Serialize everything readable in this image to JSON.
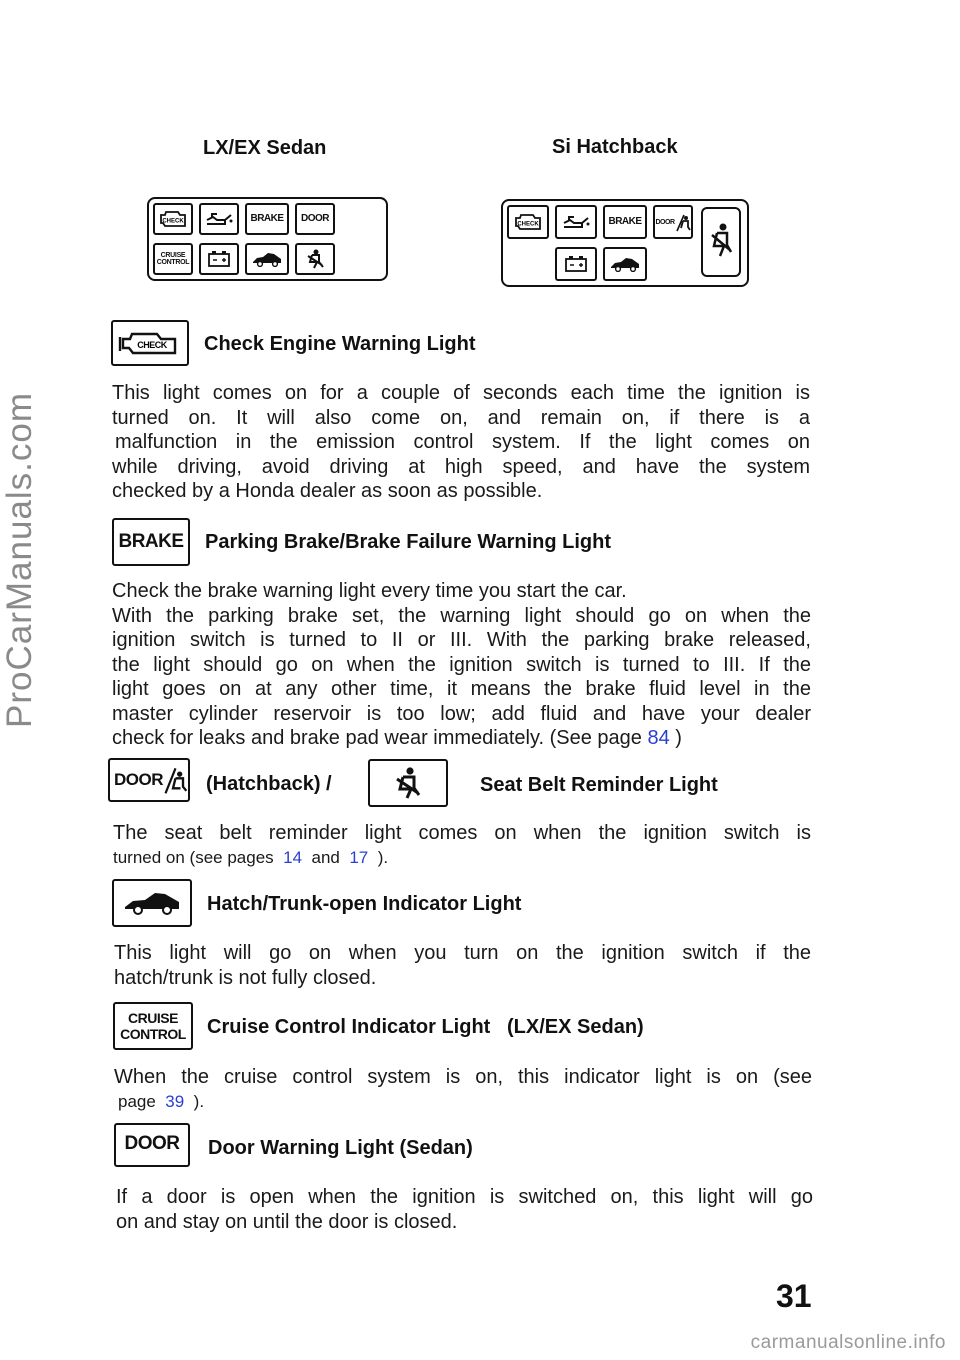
{
  "watermark": "ProCarManuals.com",
  "footer_watermark": "carmanualsonline.info",
  "page_number": "31",
  "panels": {
    "sedan": {
      "title": "LX/EX Sedan",
      "labels": {
        "brake": "BRAKE",
        "door": "DOOR",
        "cruise_1": "CRUISE",
        "cruise_2": "CONTROL",
        "check": "CHECK"
      }
    },
    "hatch": {
      "title": "Si Hatchback",
      "labels": {
        "brake": "BRAKE",
        "door": "DOOR",
        "check": "CHECK"
      }
    }
  },
  "sections": {
    "check_engine": {
      "icon_label": "CHECK",
      "heading": "Check Engine Warning Light",
      "lines": [
        "This light comes on for a couple of seconds each time the ignition is",
        "turned on. It will also come on, and remain on, if there is a",
        "malfunction in the emission control system. If the light comes on",
        "while driving, avoid driving at high speed, and have the system",
        "checked by a Honda dealer as soon as possible."
      ]
    },
    "brake": {
      "icon_label": "BRAKE",
      "heading": "Parking Brake/Brake Failure Warning Light",
      "lines": [
        "Check the brake warning light every time you start the car.",
        "With the parking brake set, the warning light should go on when the",
        "ignition switch is turned to II or III. With the parking brake released,",
        "the light should go on when the ignition switch is turned to III. If the",
        "light goes on at any other time, it means the brake fluid level in the",
        "master cylinder reservoir is too low; add fluid and have your dealer"
      ],
      "last_line_prefix": "check for leaks and brake pad wear immediately. (See page",
      "page_ref": "84",
      "last_line_suffix": ")"
    },
    "seat_belt": {
      "icon_label": "DOOR",
      "hatch_label": "(Hatchback) /",
      "heading": "Seat Belt Reminder Light",
      "line1": "The seat belt reminder light comes on when the ignition switch is",
      "line2_prefix": "turned on (see pages",
      "ref1": "14",
      "and": "and",
      "ref2": "17",
      "line2_suffix": ")."
    },
    "hatch_trunk": {
      "heading": "Hatch/Trunk-open Indicator Light",
      "lines": [
        "This light will go on when you turn on the ignition switch if the",
        "hatch/trunk is not fully closed."
      ]
    },
    "cruise": {
      "icon_label_1": "CRUISE",
      "icon_label_2": "CONTROL",
      "heading": "Cruise Control Indicator Light   (LX/EX Sedan)",
      "line1": "When the cruise control system is on, this indicator light is on (see",
      "line2_prefix": "page",
      "page_ref": "39",
      "line2_suffix": ")."
    },
    "door": {
      "icon_label": "DOOR",
      "heading": "Door Warning Light (Sedan)",
      "lines": [
        "If a door is open when the ignition is switched on, this light will go",
        "on and stay on until the door is closed."
      ]
    }
  }
}
